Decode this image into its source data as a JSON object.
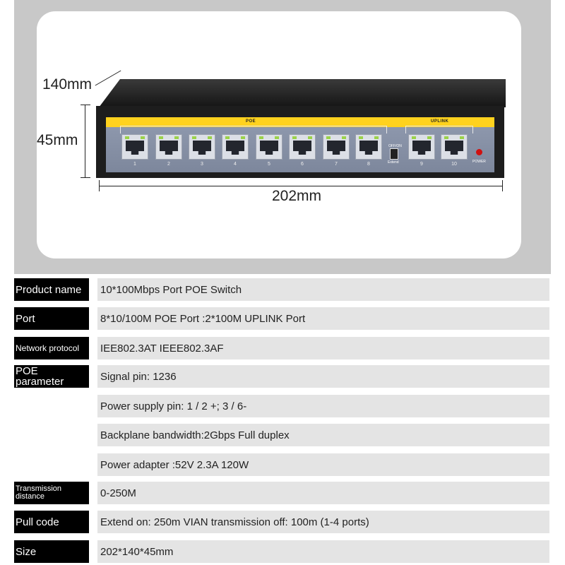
{
  "dimensions": {
    "depth": "140mm",
    "height": "45mm",
    "width": "202mm"
  },
  "device": {
    "poe_group_label": "POE",
    "uplink_group_label": "UPLINK",
    "poe_ports": [
      "1",
      "2",
      "3",
      "4",
      "5",
      "6",
      "7",
      "8"
    ],
    "uplink_ports": [
      "9",
      "10"
    ],
    "switch_top_label": "OFF/ON",
    "switch_bottom_label": "Extend",
    "power_label": "POWER"
  },
  "specs": [
    {
      "label": "Product name",
      "value": "10*100Mbps Port POE Switch"
    },
    {
      "label": "Port",
      "value": "8*10/100M POE Port :2*100M UPLINK Port"
    },
    {
      "label": "Network protocol",
      "value": "IEE802.3AT IEEE802.3AF"
    },
    {
      "label": "POE parameter",
      "value": "Signal pin: 1236"
    },
    {
      "label": "",
      "value": "Power supply pin: 1 / 2 +; 3 / 6-"
    },
    {
      "label": "",
      "value": "Backplane bandwidth:2Gbps Full duplex"
    },
    {
      "label": "",
      "value": "Power adapter :52V 2.3A 120W"
    },
    {
      "label": "Transmission distance",
      "value": "0-250M"
    },
    {
      "label": "Pull code",
      "value": "Extend on: 250m VIAN  transmission off: 100m (1-4 ports)"
    },
    {
      "label": "Size",
      "value": "202*140*45mm"
    }
  ]
}
